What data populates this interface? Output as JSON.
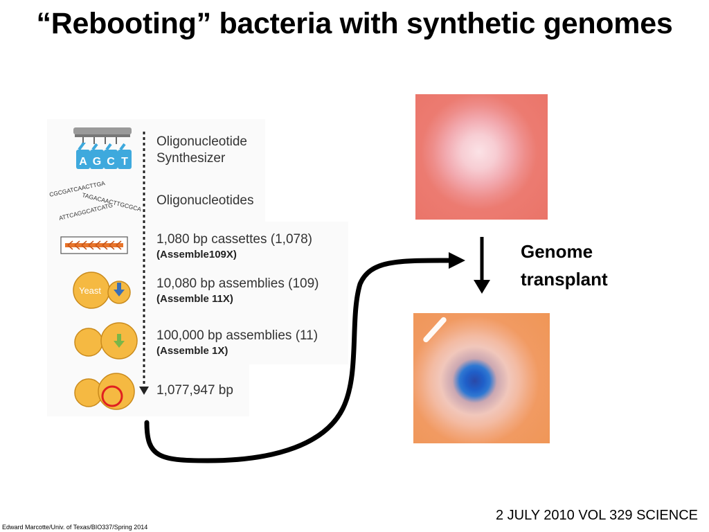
{
  "slide": {
    "title": "“Rebooting” bacteria with synthetic genomes",
    "genome_label_line1": "Genome",
    "genome_label_line2": "transplant",
    "citation": "2 JULY 2010 VOL 329 SCIENCE",
    "credit": "Edward Marcotte/Univ. of Texas/BIO337/Spring 2014"
  },
  "figure": {
    "synth_letters": [
      "A",
      "G",
      "C",
      "T"
    ],
    "oligo_sequences": [
      "CGCGATCAACTTGA",
      "TAGACAACTTGCGCA",
      "ATTCAGGCATCATG"
    ],
    "yeast_text": "Yeast",
    "steps": [
      {
        "title": "Oligonucleotide",
        "title2": "Synthesizer",
        "sub": ""
      },
      {
        "title": "Oligonucleotides",
        "title2": "",
        "sub": ""
      },
      {
        "title": "1,080 bp cassettes (1,078)",
        "title2": "",
        "sub": "(Assemble109X)"
      },
      {
        "title": "10,080 bp assemblies (109)",
        "title2": "",
        "sub": "(Assemble 11X)"
      },
      {
        "title": "100,000 bp assemblies (11)",
        "title2": "",
        "sub": "(Assemble 1X)"
      },
      {
        "title": "1,077,947 bp",
        "title2": "",
        "sub": ""
      }
    ]
  },
  "colors": {
    "vial_blue": "#3ea9dd",
    "cassette_arrow": "#e8742a",
    "yeast_fill": "#f5b942",
    "yeast_stroke": "#c98a1c",
    "arrow_blue": "#3b6fb6",
    "arrow_green": "#7ab648",
    "chromosome_red": "#e02020"
  }
}
